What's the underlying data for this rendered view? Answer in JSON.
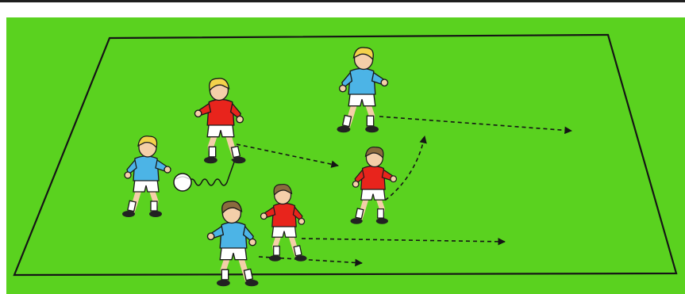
{
  "colors": {
    "rule": "#1f1f1f",
    "field": "#5ad21f",
    "pitch_line": "#151515",
    "team_red": "#e8241c",
    "team_blue": "#4cb4e6",
    "shorts": "#ffffff",
    "skin": "#f4cfa9",
    "hair_blonde": "#f3d24b",
    "hair_brown": "#8a6b3e",
    "socks": "#ffffff",
    "boots": "#222222",
    "ball": "#ffffff"
  },
  "diagram": {
    "players": [
      {
        "id": "blue-1",
        "team": "blue",
        "hair": "blonde"
      },
      {
        "id": "red-1",
        "team": "red",
        "hair": "blonde"
      },
      {
        "id": "blue-2",
        "team": "blue",
        "hair": "blonde"
      },
      {
        "id": "red-2",
        "team": "red",
        "hair": "brown"
      },
      {
        "id": "blue-3",
        "team": "blue",
        "hair": "brown"
      },
      {
        "id": "red-3",
        "team": "red",
        "hair": "brown"
      }
    ],
    "movement_arrows": 5,
    "dribble_trail": 1,
    "ball": 1
  }
}
